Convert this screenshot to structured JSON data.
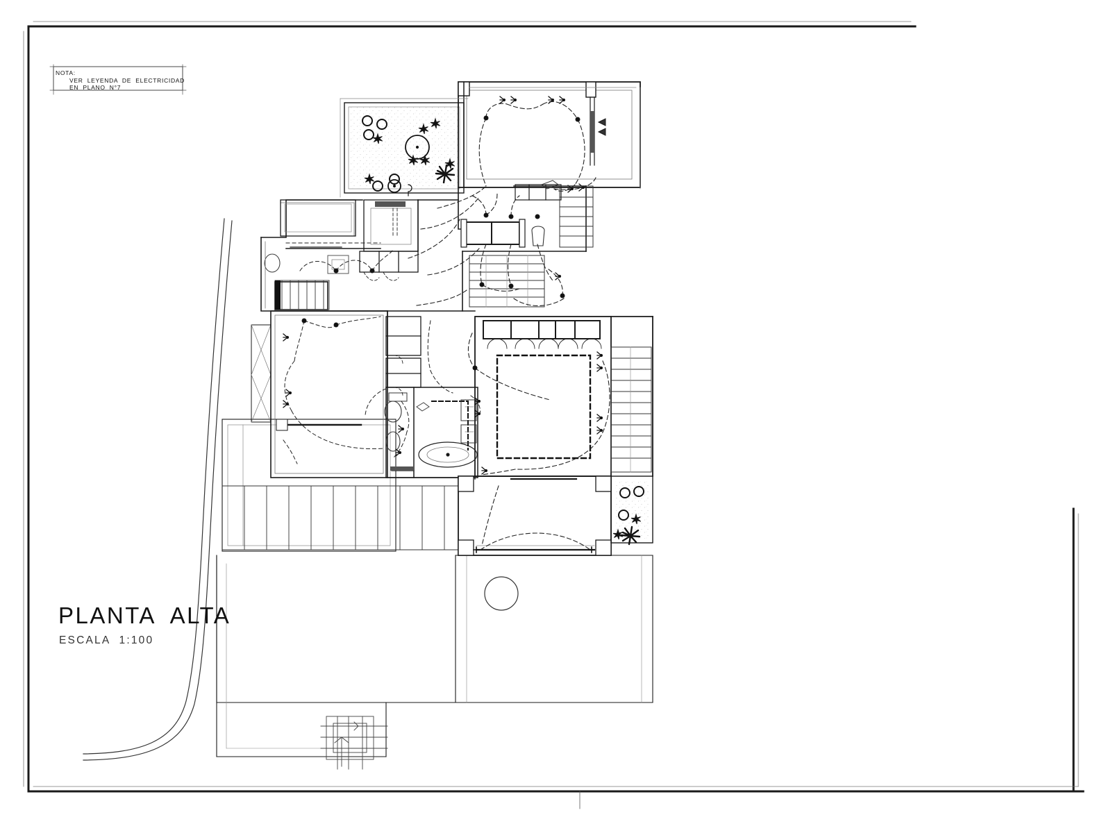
{
  "sheet": {
    "background": "#ffffff",
    "ink": "#1a1a1a",
    "border_frame": true
  },
  "note_box": {
    "label": "NOTA:",
    "line1": "VER  LEYENDA  DE  ELECTRICIDAD",
    "line2": "EN  PLANO  N°7"
  },
  "title_block": {
    "title": "PLANTA  ALTA",
    "scale": "ESCALA  1:100"
  },
  "drawing": {
    "type": "architectural-floor-plan",
    "discipline": "electrical-layout",
    "level": "upper-floor",
    "scale_ratio": "1:100",
    "symbols": [
      "ceiling-light-fixture",
      "wall-switch",
      "outlet",
      "dashed-wiring-run",
      "planting-shrub",
      "planting-palm",
      "stair-run",
      "door-swing-arc"
    ],
    "spaces": [
      "bedroom-north",
      "roof-terrace-garden",
      "hall-landing",
      "stairwell",
      "bathroom",
      "master-bedroom",
      "wood-deck-terrace",
      "balcony-planter",
      "west-bedroom",
      "lower-roof-slab",
      "driveway-curve"
    ]
  }
}
